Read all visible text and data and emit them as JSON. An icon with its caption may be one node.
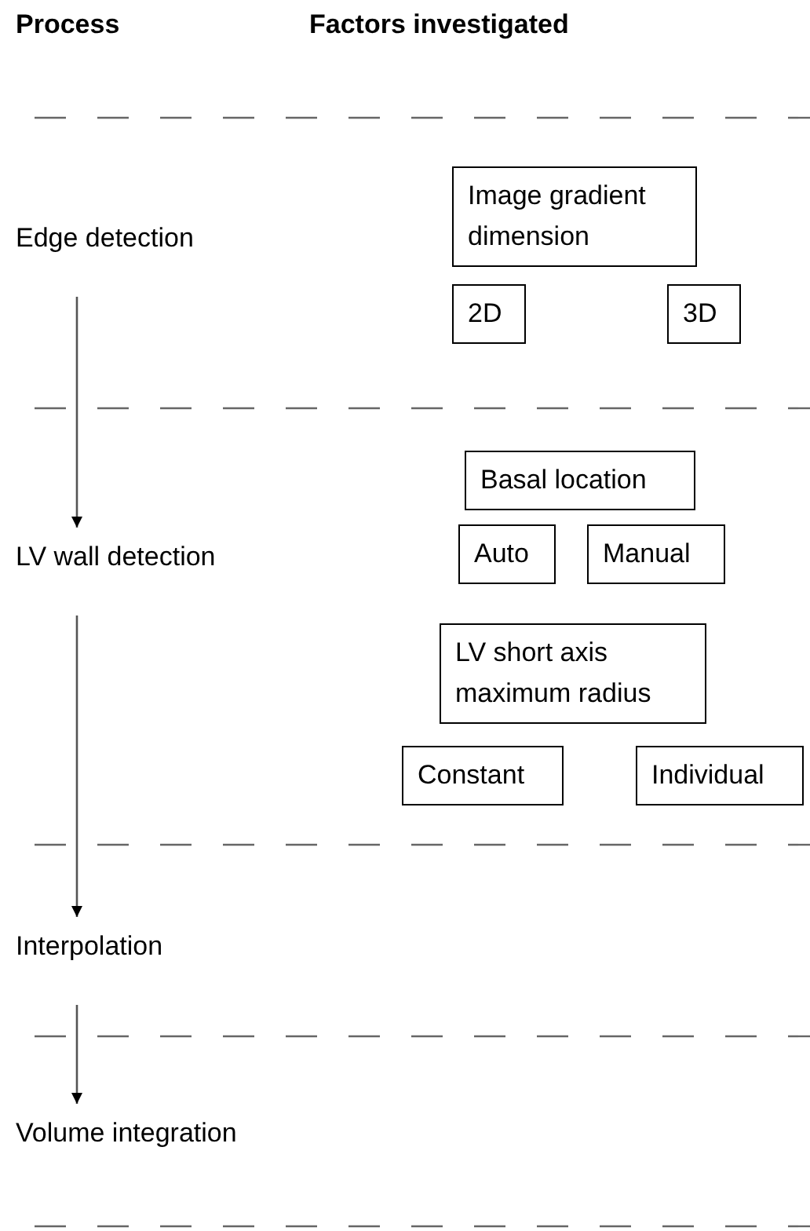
{
  "diagram": {
    "nodes": [
      {
        "text": [
          "Edge detection"
        ]
      },
      {
        "text": [
          "LV wall detection"
        ]
      },
      {
        "text": [
          "Interpolation"
        ]
      },
      {
        "text": [
          "Volume integration"
        ]
      },
      {
        "text": [
          "Image gradient dimension"
        ]
      },
      {
        "text": [
          "2D"
        ]
      },
      {
        "text": [
          "3D"
        ]
      },
      {
        "text": [
          "Basal location"
        ]
      },
      {
        "text": [
          "Auto"
        ]
      },
      {
        "text": [
          "Manual"
        ]
      },
      {
        "text": [
          "LV short axis maximum radius"
        ]
      },
      {
        "text": [
          "Constant"
        ]
      },
      {
        "text": [
          "Individual"
        ]
      }
    ],
    "edges": [
      {
        "from": 0,
        "to": 1,
        "arrow": "to"
      },
      {
        "from": 1,
        "to": 2,
        "arrow": "to"
      },
      {
        "from": 2,
        "to": 3,
        "arrow": "to"
      }
    ],
    "labels": [
      "Process",
      "Factors investigated"
    ]
  }
}
